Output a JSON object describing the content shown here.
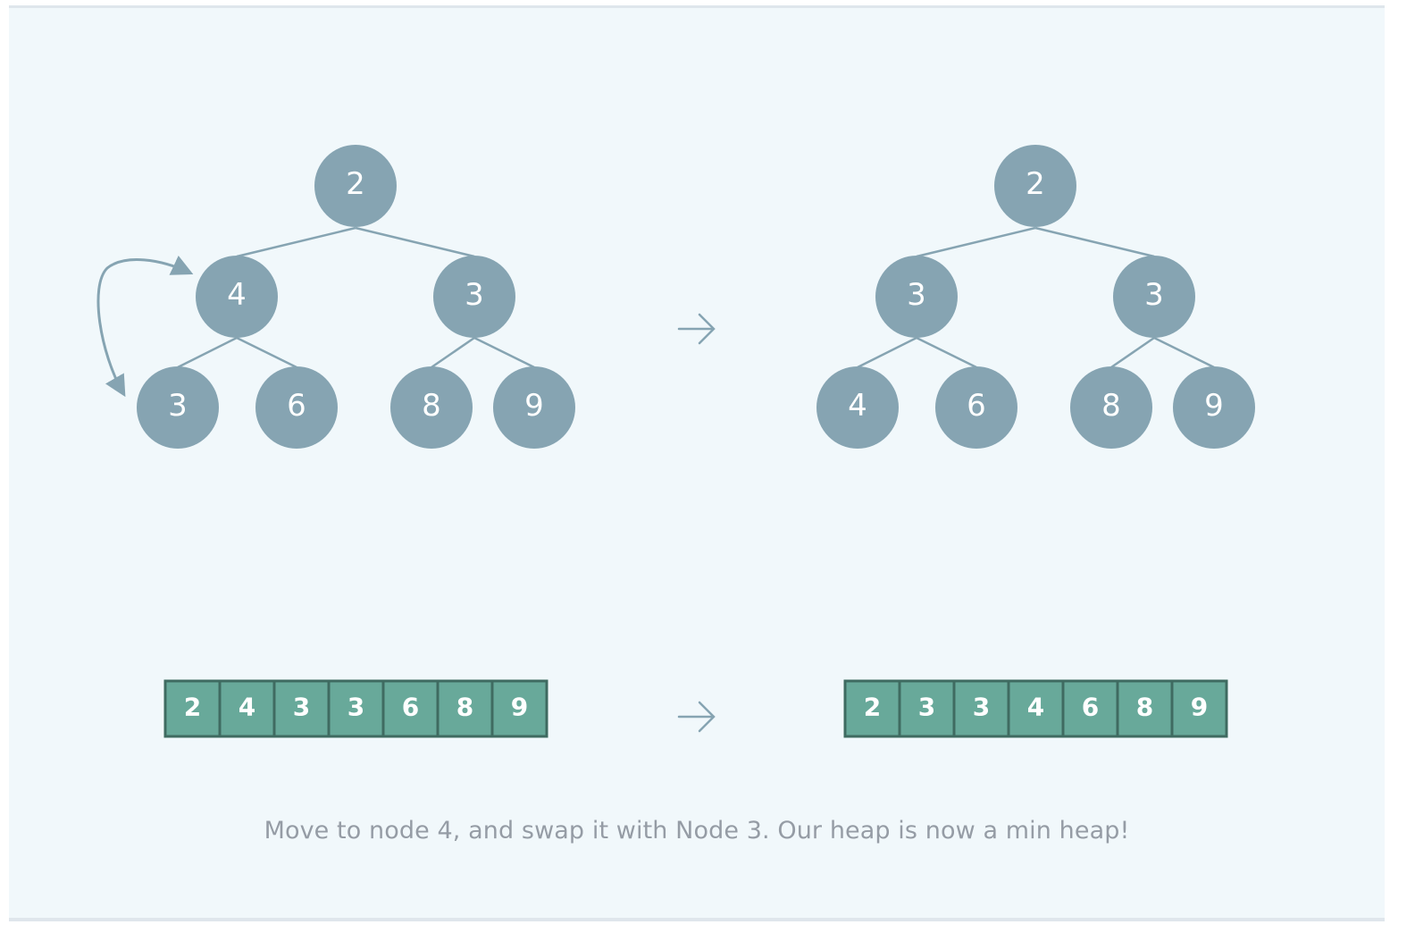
{
  "before": {
    "tree": [
      "2",
      "4",
      "3",
      "3",
      "6",
      "8",
      "9"
    ],
    "array": [
      "2",
      "4",
      "3",
      "3",
      "6",
      "8",
      "9"
    ]
  },
  "after": {
    "tree": [
      "2",
      "3",
      "3",
      "4",
      "6",
      "8",
      "9"
    ],
    "array": [
      "2",
      "3",
      "3",
      "4",
      "6",
      "8",
      "9"
    ]
  },
  "transition": {
    "arrow": "right-arrow-icon",
    "swap_indicator": "curved-swap-arrow-icon"
  },
  "caption": "Move to node 4, and swap it with Node 3. Our heap is now a min heap!",
  "colors": {
    "node_fill": "#86a4b2",
    "edge": "#86a4b2",
    "cell_fill": "#68a99a",
    "cell_border": "#3f6b61",
    "caption": "#959ca5",
    "background": "#f1f8fb"
  }
}
